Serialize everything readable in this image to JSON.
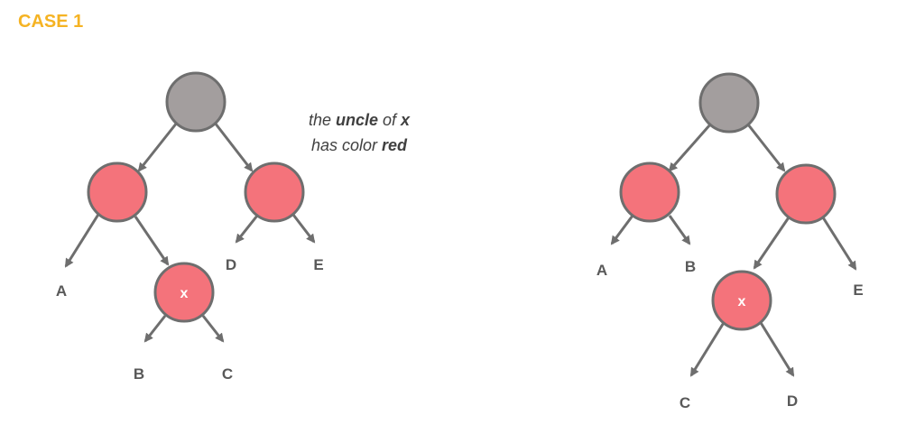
{
  "title": "CASE 1",
  "note": {
    "line1": [
      "the ",
      "uncle",
      " of ",
      "x"
    ],
    "line2": [
      "has color ",
      "red"
    ]
  },
  "trees": {
    "before": {
      "x_label": "x",
      "leaves": [
        "A",
        "B",
        "C",
        "D",
        "E"
      ]
    },
    "after": {
      "x_label": "x",
      "leaves": [
        "A",
        "B",
        "C",
        "D",
        "E"
      ]
    }
  },
  "colors": {
    "title": "#F5B323",
    "red_node": "#F4737B",
    "black_node": "#A39E9E",
    "edge": "#6E6E6E",
    "node_stroke": "#6E6E6E",
    "leaf_text": "#595959",
    "note_text": "#404040"
  }
}
